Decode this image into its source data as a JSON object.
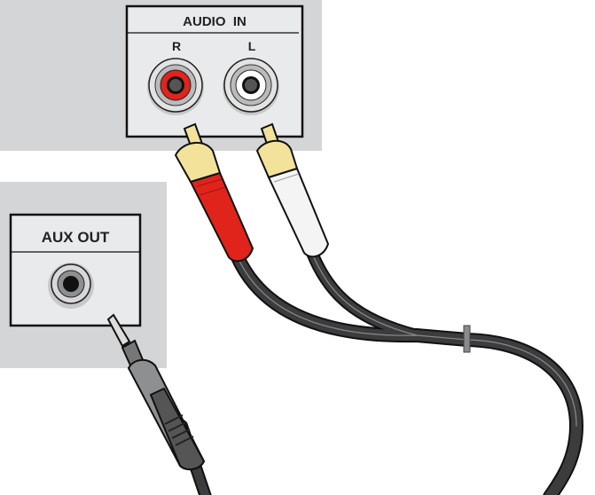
{
  "audio_in_panel": {
    "title": "AUDIO  IN",
    "right_label": "R",
    "left_label": "L"
  },
  "aux_out_panel": {
    "title": "AUX OUT"
  },
  "colors": {
    "panel": "#d4d5d7",
    "box": "#e9eaeb",
    "red": "#e0241b",
    "white": "#f4f4f4",
    "gold": "#f3e39a",
    "cable": "#3c3c3e"
  }
}
